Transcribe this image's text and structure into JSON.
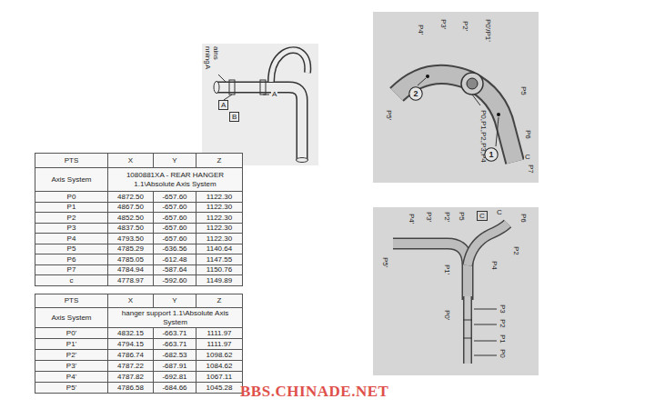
{
  "diagram": {
    "nodes": [
      {
        "text": [
          "2"
        ]
      },
      {
        "text": [
          "1"
        ]
      }
    ],
    "labels": [
      "PTS",
      "X",
      "Y",
      "Z",
      "Axis System",
      "1080881XA - REAR HANGER 1.1\\Absolute Axis System",
      "P0",
      "4872.50",
      "-657.60",
      "1122.30",
      "P1",
      "4867.50",
      "-657.60",
      "1122.30",
      "P2",
      "4852.50",
      "-657.60",
      "1122.30",
      "P3",
      "4837.50",
      "-657.60",
      "1122.30",
      "P4",
      "4793.50",
      "-657.60",
      "1122.30",
      "P5",
      "4785.29",
      "-636.56",
      "1140.64",
      "P6",
      "4785.05",
      "-612.48",
      "1147.55",
      "P7",
      "4784.94",
      "-587.64",
      "1150.76",
      "c",
      "4778.97",
      "-592.60",
      "1149.89",
      "PTS",
      "X",
      "Y",
      "Z",
      "Axis System",
      "hanger support 1.1\\Absolute Axis System",
      "P0'",
      "4832.15",
      "-663.71",
      "1111.97",
      "P1'",
      "4794.15",
      "-663.71",
      "1111.97",
      "P2'",
      "4786.74",
      "-682.53",
      "1098.62",
      "P3'",
      "4787.22",
      "-687.91",
      "1084.62",
      "P4'",
      "4787.82",
      "-692.81",
      "1067.11",
      "P5'",
      "4786.58",
      "-684.66",
      "1045.28",
      "ains",
      "nning",
      "A",
      "A",
      "A",
      "B",
      "P4'",
      "P3'",
      "P2'",
      "P0'/P1'",
      "P5'",
      "P5",
      "P0,P1,P2,P3,P4",
      "P6",
      "C",
      "P7",
      "P4'",
      "P3'",
      "P2'",
      "P5",
      "C",
      "C",
      "P6",
      "P5'",
      "P1'",
      "P2",
      "P4",
      "P0'",
      "P3",
      "P2",
      "P1",
      "P0",
      "BBS.CHINADE.NET"
    ]
  }
}
